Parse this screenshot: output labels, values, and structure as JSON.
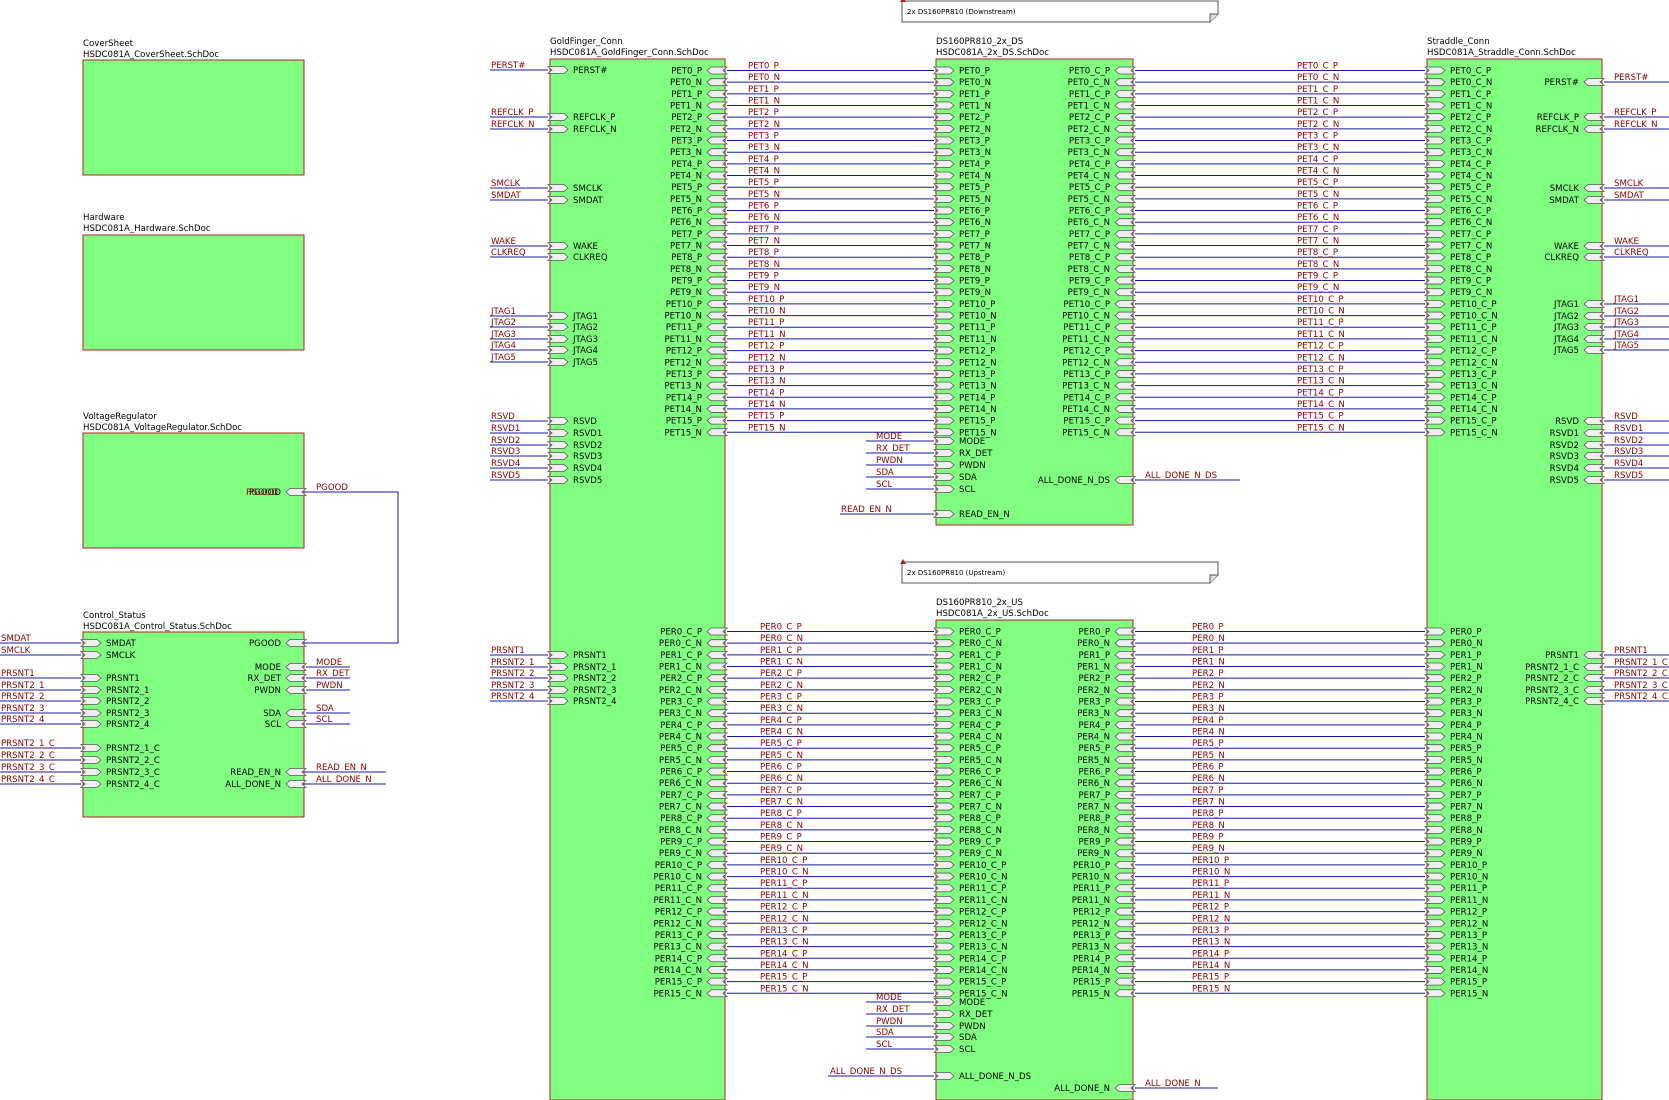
{
  "notes": {
    "downstream": "2x DS160PR810 (Downstream)",
    "upstream": "2x DS160PR810 (Upstream)"
  },
  "sheets": {
    "cover": {
      "name": "CoverSheet",
      "file": "HSDC081A_CoverSheet.SchDoc"
    },
    "hardware": {
      "name": "Hardware",
      "file": "HSDC081A_Hardware.SchDoc"
    },
    "vreg": {
      "name": "VoltageRegulator",
      "file": "HSDC081A_VoltageRegulator.SchDoc"
    },
    "ctrl": {
      "name": "Control_Status",
      "file": "HSDC081A_Control_Status.SchDoc"
    },
    "gold": {
      "name": "GoldFinger_Conn",
      "file": "HSDC081A_GoldFinger_Conn.SchDoc"
    },
    "ds": {
      "name": "DS160PR810_2x_DS",
      "file": "HSDC081A_2x_DS.SchDoc"
    },
    "us": {
      "name": "DS160PR810_2x_US",
      "file": "HSDC081A_2x_US.SchDoc"
    },
    "straddle": {
      "name": "Straddle_Conn",
      "file": "HSDC081A_Straddle_Conn.SchDoc"
    }
  },
  "ports": {
    "vreg": [
      "PGOOD"
    ],
    "vreg_nets": [
      "PGOOD"
    ],
    "ctrl_left": [
      "SMDAT",
      "SMCLK",
      "PRSNT1",
      "PRSNT2_1",
      "PRSNT2_2",
      "PRSNT2_3",
      "PRSNT2_4",
      "PRSNT2_1_C",
      "PRSNT2_2_C",
      "PRSNT2_3_C",
      "PRSNT2_4_C"
    ],
    "ctrl_left_nets": [
      "SMDAT",
      "SMCLK",
      "PRSNT1",
      "PRSNT2_1",
      "PRSNT2_2",
      "PRSNT2_3",
      "PRSNT2_4",
      "PRSNT2_1_C",
      "PRSNT2_2_C",
      "PRSNT2_3_C",
      "PRSNT2_4_C"
    ],
    "ctrl_right": [
      "PGOOD",
      "MODE",
      "RX_DET",
      "PWDN",
      "SDA",
      "SCL",
      "READ_EN_N",
      "ALL_DONE_N"
    ],
    "ctrl_right_nets": [
      "",
      "MODE",
      "RX_DET",
      "PWDN",
      "SDA",
      "SCL",
      "READ_EN_N",
      "ALL_DONE_N"
    ],
    "gold_left": [
      "PERST#",
      "REFCLK_P",
      "REFCLK_N",
      "SMCLK",
      "SMDAT",
      "WAKE",
      "CLKREQ",
      "JTAG1",
      "JTAG2",
      "JTAG3",
      "JTAG4",
      "JTAG5",
      "RSVD",
      "RSVD1",
      "RSVD2",
      "RSVD3",
      "RSVD4",
      "RSVD5",
      "PRSNT1",
      "PRSNT2_1",
      "PRSNT2_2",
      "PRSNT2_3",
      "PRSNT2_4"
    ],
    "gold_left_nets": [
      "PERST#",
      "REFCLK_P",
      "REFCLK_N",
      "SMCLK",
      "SMDAT",
      "WAKE",
      "CLKREQ",
      "JTAG1",
      "JTAG2",
      "JTAG3",
      "JTAG4",
      "JTAG5",
      "RSVD",
      "RSVD1",
      "RSVD2",
      "RSVD3",
      "RSVD4",
      "RSVD5",
      "PRSNT1",
      "PRSNT2_1",
      "PRSNT2_2",
      "PRSNT2_3",
      "PRSNT2_4"
    ],
    "gold_right_top": [
      "PET0_P",
      "PET0_N",
      "PET1_P",
      "PET1_N",
      "PET2_P",
      "PET2_N",
      "PET3_P",
      "PET3_N",
      "PET4_P",
      "PET4_N",
      "PET5_P",
      "PET5_N",
      "PET6_P",
      "PET6_N",
      "PET7_P",
      "PET7_N",
      "PET8_P",
      "PET8_N",
      "PET9_P",
      "PET9_N",
      "PET10_P",
      "PET10_N",
      "PET11_P",
      "PET11_N",
      "PET12_P",
      "PET12_N",
      "PET13_P",
      "PET13_N",
      "PET14_P",
      "PET14_N",
      "PET15_P",
      "PET15_N"
    ],
    "gold_right_bot": [
      "PER0_C_P",
      "PER0_C_N",
      "PER1_C_P",
      "PER1_C_N",
      "PER2_C_P",
      "PER2_C_N",
      "PER3_C_P",
      "PER3_C_N",
      "PER4_C_P",
      "PER4_C_N",
      "PER5_C_P",
      "PER5_C_N",
      "PER6_C_P",
      "PER6_C_N",
      "PER7_C_P",
      "PER7_C_N",
      "PER8_C_P",
      "PER8_C_N",
      "PER9_C_P",
      "PER9_C_N",
      "PER10_C_P",
      "PER10_C_N",
      "PER11_C_P",
      "PER11_C_N",
      "PER12_C_P",
      "PER12_C_N",
      "PER13_C_P",
      "PER13_C_N",
      "PER14_C_P",
      "PER14_C_N",
      "PER15_C_P",
      "PER15_C_N"
    ],
    "ds_left": [
      "PET0_P",
      "PET0_N",
      "PET1_P",
      "PET1_N",
      "PET2_P",
      "PET2_N",
      "PET3_P",
      "PET3_N",
      "PET4_P",
      "PET4_N",
      "PET5_P",
      "PET5_N",
      "PET6_P",
      "PET6_N",
      "PET7_P",
      "PET7_N",
      "PET8_P",
      "PET8_N",
      "PET9_P",
      "PET9_N",
      "PET10_P",
      "PET10_N",
      "PET11_P",
      "PET11_N",
      "PET12_P",
      "PET12_N",
      "PET13_P",
      "PET13_N",
      "PET14_P",
      "PET14_N",
      "PET15_P",
      "PET15_N",
      "MODE",
      "RX_DET",
      "PWDN",
      "SDA",
      "SCL",
      "READ_EN_N"
    ],
    "ds_left_nets": [
      "MODE",
      "RX_DET",
      "PWDN",
      "SDA",
      "SCL",
      "READ_EN_N"
    ],
    "ds_right": [
      "PET0_C_P",
      "PET0_C_N",
      "PET1_C_P",
      "PET1_C_N",
      "PET2_C_P",
      "PET2_C_N",
      "PET3_C_P",
      "PET3_C_N",
      "PET4_C_P",
      "PET4_C_N",
      "PET5_C_P",
      "PET5_C_N",
      "PET6_C_P",
      "PET6_C_N",
      "PET7_C_P",
      "PET7_C_N",
      "PET8_C_P",
      "PET8_C_N",
      "PET9_C_P",
      "PET9_C_N",
      "PET10_C_P",
      "PET10_C_N",
      "PET11_C_P",
      "PET11_C_N",
      "PET12_C_P",
      "PET12_C_N",
      "PET13_C_P",
      "PET13_C_N",
      "PET14_C_P",
      "PET14_C_N",
      "PET15_C_P",
      "PET15_C_N",
      "ALL_DONE_N_DS"
    ],
    "ds_right_nets": [
      "ALL_DONE_N_DS"
    ],
    "us_left": [
      "PER0_C_P",
      "PER0_C_N",
      "PER1_C_P",
      "PER1_C_N",
      "PER2_C_P",
      "PER2_C_N",
      "PER3_C_P",
      "PER3_C_N",
      "PER4_C_P",
      "PER4_C_N",
      "PER5_C_P",
      "PER5_C_N",
      "PER6_C_P",
      "PER6_C_N",
      "PER7_C_P",
      "PER7_C_N",
      "PER8_C_P",
      "PER8_C_N",
      "PER9_C_P",
      "PER9_C_N",
      "PER10_C_P",
      "PER10_C_N",
      "PER11_C_P",
      "PER11_C_N",
      "PER12_C_P",
      "PER12_C_N",
      "PER13_C_P",
      "PER13_C_N",
      "PER14_C_P",
      "PER14_C_N",
      "PER15_C_P",
      "PER15_C_N",
      "MODE",
      "RX_DET",
      "PWDN",
      "SDA",
      "SCL",
      "ALL_DONE_N_DS"
    ],
    "us_left_nets": [
      "MODE",
      "RX_DET",
      "PWDN",
      "SDA",
      "SCL",
      "ALL_DONE_N_DS"
    ],
    "us_right": [
      "PER0_P",
      "PER0_N",
      "PER1_P",
      "PER1_N",
      "PER2_P",
      "PER2_N",
      "PER3_P",
      "PER3_N",
      "PER4_P",
      "PER4_N",
      "PER5_P",
      "PER5_N",
      "PER6_P",
      "PER6_N",
      "PER7_P",
      "PER7_N",
      "PER8_P",
      "PER8_N",
      "PER9_P",
      "PER9_N",
      "PER10_P",
      "PER10_N",
      "PER11_P",
      "PER11_N",
      "PER12_P",
      "PER12_N",
      "PER13_P",
      "PER13_N",
      "PER14_P",
      "PER14_N",
      "PER15_P",
      "PER15_N",
      "ALL_DONE_N"
    ],
    "us_right_nets": [
      "ALL_DONE_N"
    ],
    "str_left_top": [
      "PET0_C_P",
      "PET0_C_N",
      "PET1_C_P",
      "PET1_C_N",
      "PET2_C_P",
      "PET2_C_N",
      "PET3_C_P",
      "PET3_C_N",
      "PET4_C_P",
      "PET4_C_N",
      "PET5_C_P",
      "PET5_C_N",
      "PET6_C_P",
      "PET6_C_N",
      "PET7_C_P",
      "PET7_C_N",
      "PET8_C_P",
      "PET8_C_N",
      "PET9_C_P",
      "PET9_C_N",
      "PET10_C_P",
      "PET10_C_N",
      "PET11_C_P",
      "PET11_C_N",
      "PET12_C_P",
      "PET12_C_N",
      "PET13_C_P",
      "PET13_C_N",
      "PET14_C_P",
      "PET14_C_N",
      "PET15_C_P",
      "PET15_C_N"
    ],
    "str_left_bot": [
      "PER0_P",
      "PER0_N",
      "PER1_P",
      "PER1_N",
      "PER2_P",
      "PER2_N",
      "PER3_P",
      "PER3_N",
      "PER4_P",
      "PER4_N",
      "PER5_P",
      "PER5_N",
      "PER6_P",
      "PER6_N",
      "PER7_P",
      "PER7_N",
      "PER8_P",
      "PER8_N",
      "PER9_P",
      "PER9_N",
      "PER10_P",
      "PER10_N",
      "PER11_P",
      "PER11_N",
      "PER12_P",
      "PER12_N",
      "PER13_P",
      "PER13_N",
      "PER14_P",
      "PER14_N",
      "PER15_P",
      "PER15_N"
    ],
    "str_right": [
      "PERST#",
      "REFCLK_P",
      "REFCLK_N",
      "SMCLK",
      "SMDAT",
      "WAKE",
      "CLKREQ",
      "JTAG1",
      "JTAG2",
      "JTAG3",
      "JTAG4",
      "JTAG5",
      "RSVD",
      "RSVD1",
      "RSVD2",
      "RSVD3",
      "RSVD4",
      "RSVD5",
      "PRSNT1",
      "PRSNT2_1_C",
      "PRSNT2_2_C",
      "PRSNT2_3_C",
      "PRSNT2_4_C"
    ],
    "str_right_nets": [
      "PERST#",
      "REFCLK_P",
      "REFCLK_N",
      "SMCLK",
      "SMDAT",
      "WAKE",
      "CLKREQ",
      "JTAG1",
      "JTAG2",
      "JTAG3",
      "JTAG4",
      "JTAG5",
      "RSVD",
      "RSVD1",
      "RSVD2",
      "RSVD3",
      "RSVD4",
      "RSVD5",
      "PRSNT1",
      "PRSNT2_1_C",
      "PRSNT2_2_C",
      "PRSNT2_3_C",
      "PRSNT2_4_C"
    ]
  },
  "colors": {
    "sheet_fill": "#80ff80",
    "sheet_border": "#b22222",
    "wire": "#1a1aa0",
    "net_label": "#8b0000"
  }
}
